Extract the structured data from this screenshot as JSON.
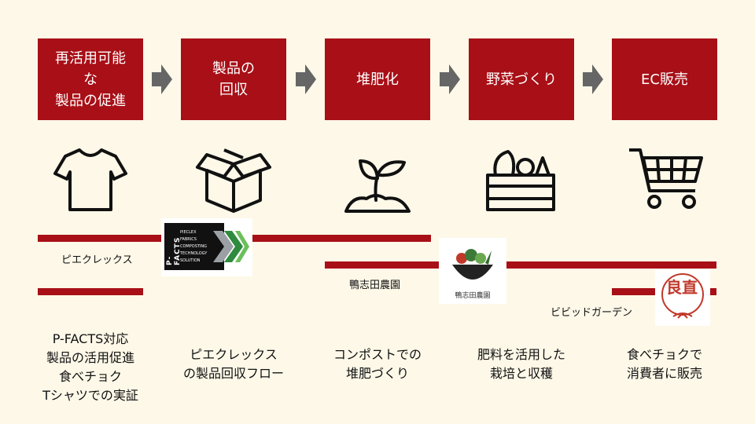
{
  "steps": [
    {
      "label": "再活用可能\nな\n製品の促進"
    },
    {
      "label": "製品の\n回収"
    },
    {
      "label": "堆肥化"
    },
    {
      "label": "野菜づくり"
    },
    {
      "label": "EC販売"
    }
  ],
  "icons": [
    "tshirt-icon",
    "box-icon",
    "sprout-icon",
    "vegetable-crate-icon",
    "shopping-cart-icon"
  ],
  "partners": {
    "piecelex": "ピエクレックス",
    "kamoshida": "鴨志田農園",
    "vivid": "ビビッドガーデン"
  },
  "logos": {
    "pfacts_lines": [
      "PIECLEX",
      "FABRICS",
      "COMPOSTING",
      "TECHNOLOGY",
      "SOLUTION"
    ],
    "pfacts_title": "P-FACTS",
    "kamoshida_caption": "鴨志田農園",
    "vivid_mark": "良",
    "vivid_mark2": "直"
  },
  "descriptions": [
    "P-FACTS対応\n製品の活用促進\n食べチョク\nTシャツでの実証",
    "ピエクレックス\nの製品回収フロー",
    "コンポストでの\n堆肥づくり",
    "肥料を活用した\n栽培と収穫",
    "食べチョクで\n消費者に販売"
  ],
  "colors": {
    "accent": "#a80f16",
    "background": "#fdf8e8",
    "arrow": "#666666"
  }
}
